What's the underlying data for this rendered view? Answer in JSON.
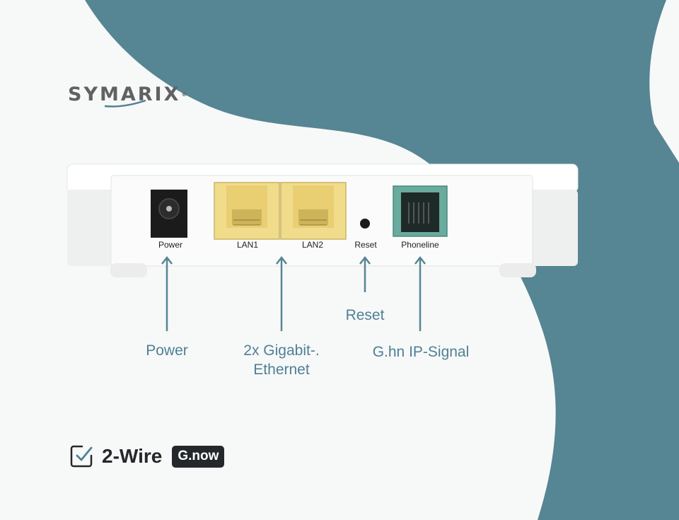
{
  "brand": {
    "logo_text": "SYMARIX",
    "logo_mark": "®"
  },
  "ports": {
    "power": "Power",
    "lan1": "LAN1",
    "lan2": "LAN2",
    "reset": "Reset",
    "phoneline": "Phoneline"
  },
  "callouts": {
    "power": "Power",
    "ethernet_line1": "2x Gigabit-.",
    "ethernet_line2": "Ethernet",
    "reset": "Reset",
    "signal": "G.hn IP-Signal"
  },
  "footer": {
    "icon": "checkbox-icon",
    "wire_label": "2-Wire",
    "badge": "G.now"
  },
  "colors": {
    "teal": "#568593",
    "callout_text": "#4e8194",
    "lan_port": "#f1dc8c",
    "phone_port": "#69ab9e",
    "dark": "#25282b"
  }
}
